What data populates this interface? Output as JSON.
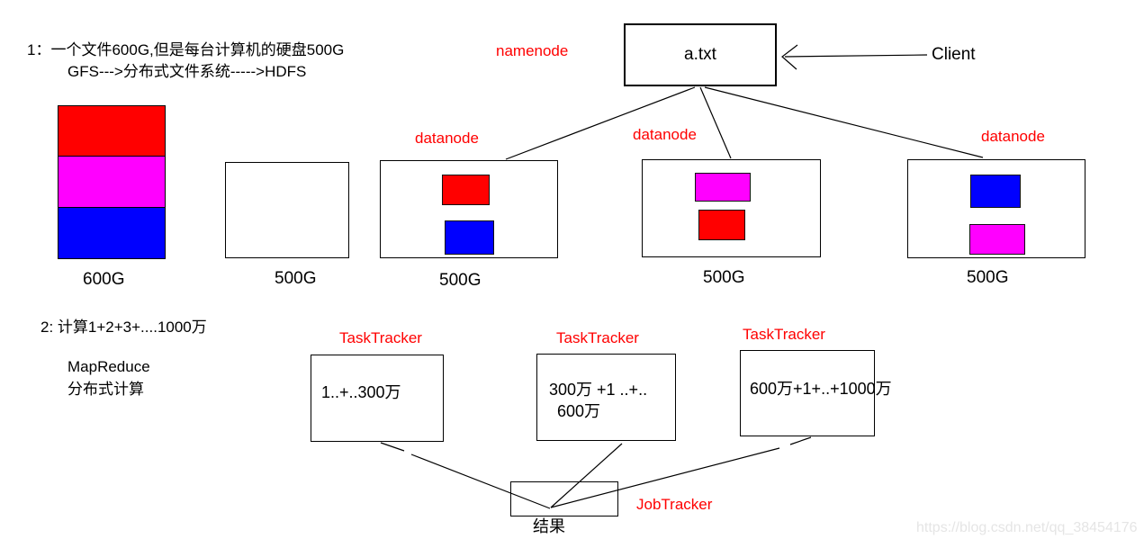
{
  "colors": {
    "red": "#ff0000",
    "magenta": "#ff00ff",
    "blue": "#0000ff",
    "label": "#ff0000",
    "watermark": "#e5e5e5"
  },
  "section1": {
    "heading_line1": "1：一个文件600G,但是每台计算机的硬盘500G",
    "heading_line2": "GFS--->分布式文件系统----->HDFS",
    "file_stack": {
      "label": "600G",
      "segments": [
        "red",
        "magenta",
        "blue"
      ]
    },
    "namenode_label": "namenode",
    "file_box_text": "a.txt",
    "client_label": "Client",
    "empty_disk_label": "500G",
    "datanodes": [
      {
        "label": "datanode",
        "capacity": "500G",
        "blocks": [
          "red",
          "blue"
        ]
      },
      {
        "label": "datanode",
        "capacity": "500G",
        "blocks": [
          "magenta",
          "red"
        ]
      },
      {
        "label": "datanode",
        "capacity": "500G",
        "blocks": [
          "blue",
          "magenta"
        ]
      }
    ]
  },
  "section2": {
    "heading": "2: 计算1+2+3+....1000万",
    "subheading_line1": "MapReduce",
    "subheading_line2": "分布式计算",
    "tasktrackers": [
      {
        "label": "TaskTracker",
        "task_line1": "1..+..300万",
        "task_line2": ""
      },
      {
        "label": "TaskTracker",
        "task_line1": "300万 +1 ..+..",
        "task_line2": "600万"
      },
      {
        "label": "TaskTracker",
        "task_line1": "600万+1+..+1000万",
        "task_line2": ""
      }
    ],
    "jobtracker_label": "JobTracker",
    "result_label": "结果"
  },
  "watermark": "https://blog.csdn.net/qq_38454176"
}
